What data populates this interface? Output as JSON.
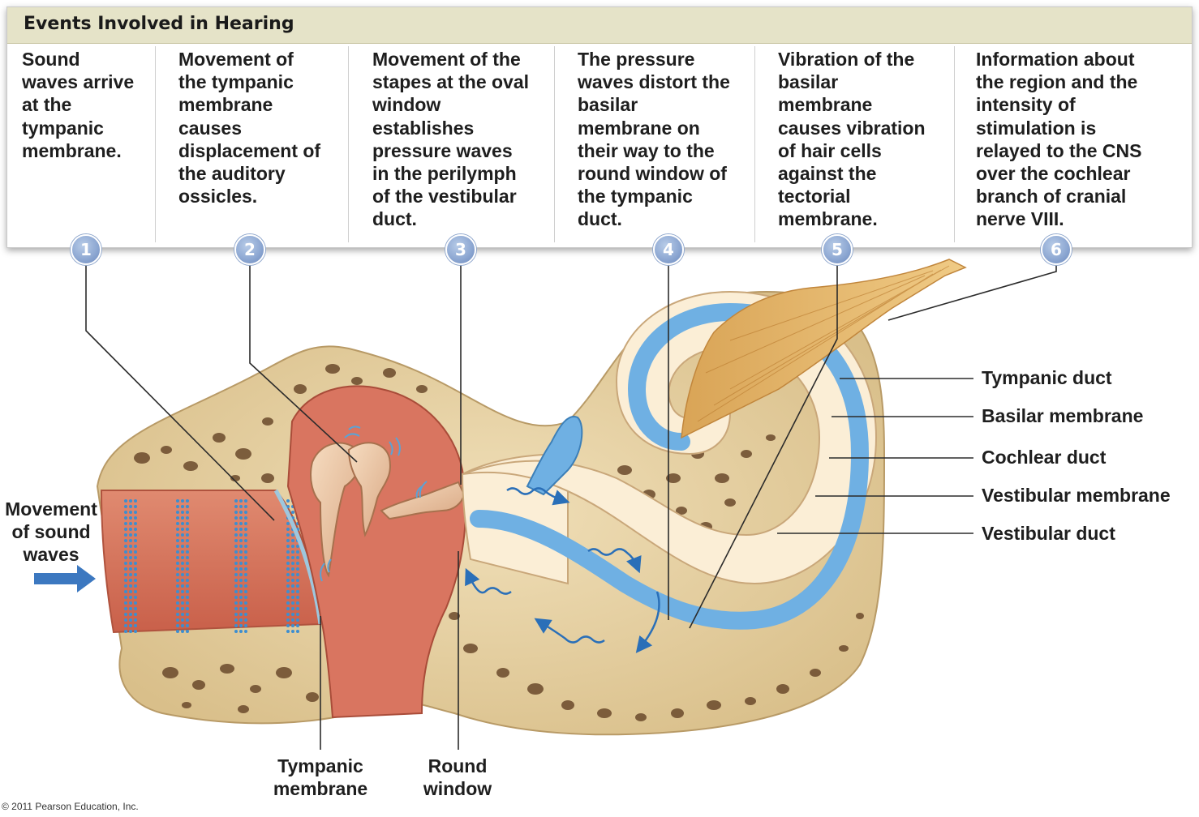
{
  "title": "Events Involved in Hearing",
  "steps": [
    {
      "number": "1",
      "text": "Sound\nwaves arrive\nat the\ntympanic\nmembrane."
    },
    {
      "number": "2",
      "text": "Movement of\nthe tympanic\nmembrane\ncauses\ndisplacement of\nthe auditory\nossicles."
    },
    {
      "number": "3",
      "text": "Movement of the\nstapes at the oval\nwindow\nestablishes\npressure waves\nin the perilymph\nof the vestibular\nduct."
    },
    {
      "number": "4",
      "text": "The pressure\nwaves distort the\nbasilar\nmembrane on\ntheir way to the\nround window of\nthe tympanic\nduct."
    },
    {
      "number": "5",
      "text": "Vibration of the\nbasilar\nmembrane\ncauses vibration\nof hair cells\nagainst the\ntectorial\nmembrane."
    },
    {
      "number": "6",
      "text": "Information about\nthe region and the\nintensity of\nstimulation is\nrelayed to the CNS\nover the cochlear\nbranch of cranial\nnerve VIII."
    }
  ],
  "labels": {
    "movement_of_sound_waves": "Movement\nof sound\nwaves",
    "tympanic_membrane": "Tympanic\nmembrane",
    "round_window": "Round\nwindow",
    "tympanic_duct": "Tympanic duct",
    "basilar_membrane": "Basilar membrane",
    "cochlear_duct": "Cochlear duct",
    "vestibular_membrane": "Vestibular membrane",
    "vestibular_duct": "Vestibular duct"
  },
  "copyright": "© 2011 Pearson Education, Inc.",
  "colors": {
    "header_band": "#e5e3c8",
    "badge": "#8fa9d3",
    "bone": "#e6d2a6",
    "canal": "#d77a5f",
    "middle_ear": "#d97560",
    "cochlea": "#fbeed6",
    "duct_blue": "#6fb0e3",
    "wave_blue": "#2a6fb8",
    "nerve": "#e6b86b"
  }
}
